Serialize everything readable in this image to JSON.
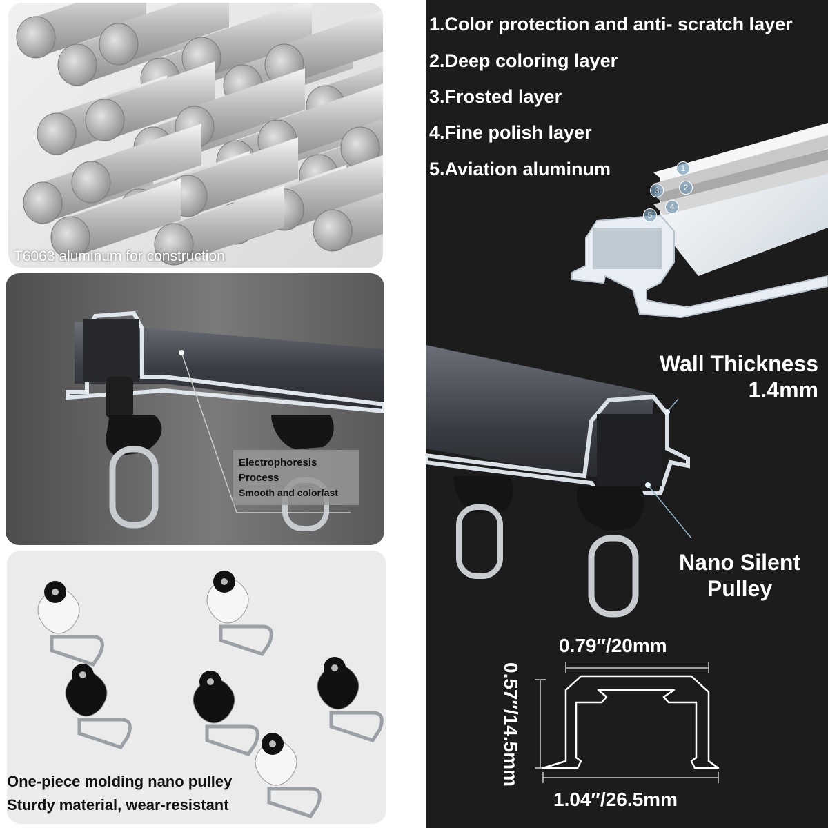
{
  "rods_panel": {
    "caption": "T6063 aluminum for construction"
  },
  "track_panel": {
    "callout": [
      "Electrophoresis",
      "Process",
      "Smooth and colorfast"
    ]
  },
  "pulley_panel": {
    "caption_line1": "One-piece molding nano pulley",
    "caption_line2": "Sturdy material, wear-resistant"
  },
  "layers": [
    "1.Color protection and anti- scratch layer",
    "2.Deep coloring layer",
    "3.Frosted layer",
    "4.Fine polish layer",
    "5.Aviation aluminum"
  ],
  "layer_markers": [
    "1",
    "2",
    "3",
    "4",
    "5"
  ],
  "labels": {
    "wall_line1": "Wall Thickness",
    "wall_line2": "1.4mm",
    "pulley_line1": "Nano Silent",
    "pulley_line2": "Pulley"
  },
  "dimensions": {
    "top_width": "0.79″/20mm",
    "height": "0.57″/14.5mm",
    "bottom_width": "1.04″/26.5mm"
  },
  "colors": {
    "right_bg": "#1c1c1c",
    "track_dark": "#3a3d44",
    "aluminum": "#e8eef3"
  }
}
